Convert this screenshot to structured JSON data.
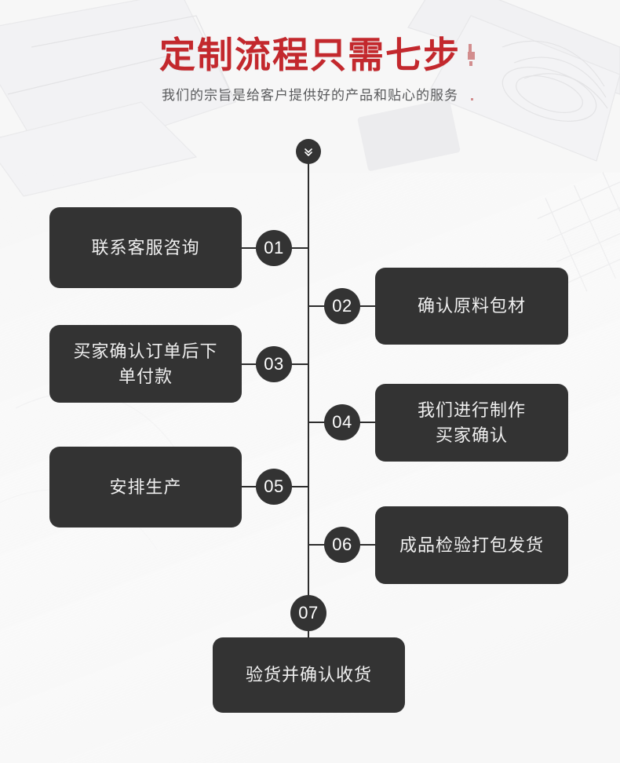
{
  "page": {
    "background_color": "#f7f7f7",
    "watermark": "blueprint-drawings-watermark"
  },
  "header": {
    "title": "定制流程只需七步",
    "subtitle": "我们的宗旨是给客户提供好的产品和贴心的服务",
    "title_color": "#c3282d",
    "subtitle_color": "#58595b"
  },
  "flow": {
    "top_icon": "chevron-double-down-icon",
    "accent_color": "#333333",
    "line_color": "#2d2d2d",
    "box_text_color": "#efefef",
    "steps": [
      {
        "number": "01",
        "label": "联系客服咨询",
        "side": "left"
      },
      {
        "number": "02",
        "label": "确认原料包材",
        "side": "right"
      },
      {
        "number": "03",
        "label": "买家确认订单后下\n单付款",
        "side": "left"
      },
      {
        "number": "04",
        "label": "我们进行制作\n买家确认",
        "side": "right"
      },
      {
        "number": "05",
        "label": "安排生产",
        "side": "left"
      },
      {
        "number": "06",
        "label": "成品检验打包发货",
        "side": "right"
      },
      {
        "number": "07",
        "label": "验货并确认收货",
        "side": "center"
      }
    ]
  }
}
